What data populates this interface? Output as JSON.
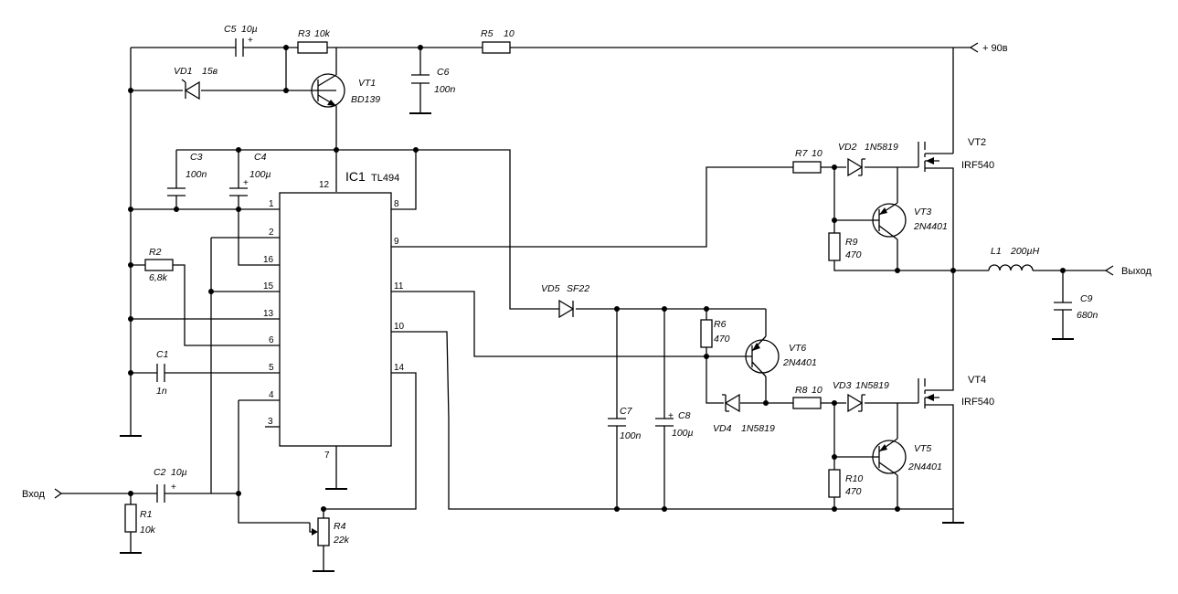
{
  "ic": {
    "ref": "IC1",
    "type": "TL494",
    "pins": {
      "p1": "1",
      "p2": "2",
      "p3": "3",
      "p4": "4",
      "p5": "5",
      "p6": "6",
      "p7": "7",
      "p8": "8",
      "p9": "9",
      "p10": "10",
      "p11": "11",
      "p12": "12",
      "p13": "13",
      "p14": "14",
      "p15": "15",
      "p16": "16"
    }
  },
  "ports": {
    "supply": "+ 90в",
    "input": "Вход",
    "output": "Выход"
  },
  "components": {
    "c1": {
      "ref": "C1",
      "value": "1n"
    },
    "c2": {
      "ref": "C2",
      "value": "10µ"
    },
    "c3": {
      "ref": "C3",
      "value": "100n"
    },
    "c4": {
      "ref": "C4",
      "value": "100µ"
    },
    "c5": {
      "ref": "C5",
      "value": "10µ"
    },
    "c6": {
      "ref": "C6",
      "value": "100n"
    },
    "c7": {
      "ref": "C7",
      "value": "100n"
    },
    "c8": {
      "ref": "C8",
      "value": "100µ"
    },
    "c9": {
      "ref": "C9",
      "value": "680n"
    },
    "r1": {
      "ref": "R1",
      "value": "10k"
    },
    "r2": {
      "ref": "R2",
      "value": "6,8k"
    },
    "r3": {
      "ref": "R3",
      "value": "10k"
    },
    "r4": {
      "ref": "R4",
      "value": "22k"
    },
    "r5": {
      "ref": "R5",
      "value": "10"
    },
    "r6": {
      "ref": "R6",
      "value": "470"
    },
    "r7": {
      "ref": "R7",
      "value": "10"
    },
    "r8": {
      "ref": "R8",
      "value": "10"
    },
    "r9": {
      "ref": "R9",
      "value": "470"
    },
    "r10": {
      "ref": "R10",
      "value": "470"
    },
    "vd1": {
      "ref": "VD1",
      "value": "15в"
    },
    "vd2": {
      "ref": "VD2",
      "value": "1N5819"
    },
    "vd3": {
      "ref": "VD3",
      "value": "1N5819"
    },
    "vd4": {
      "ref": "VD4",
      "value": "1N5819"
    },
    "vd5": {
      "ref": "VD5",
      "value": "SF22"
    },
    "vt1": {
      "ref": "VT1",
      "value": "BD139"
    },
    "vt2": {
      "ref": "VT2",
      "value": "IRF540"
    },
    "vt3": {
      "ref": "VT3",
      "value": "2N4401"
    },
    "vt4": {
      "ref": "VT4",
      "value": "IRF540"
    },
    "vt5": {
      "ref": "VT5",
      "value": "2N4401"
    },
    "vt6": {
      "ref": "VT6",
      "value": "2N4401"
    },
    "l1": {
      "ref": "L1",
      "value": "200µH"
    }
  },
  "plus": "+"
}
